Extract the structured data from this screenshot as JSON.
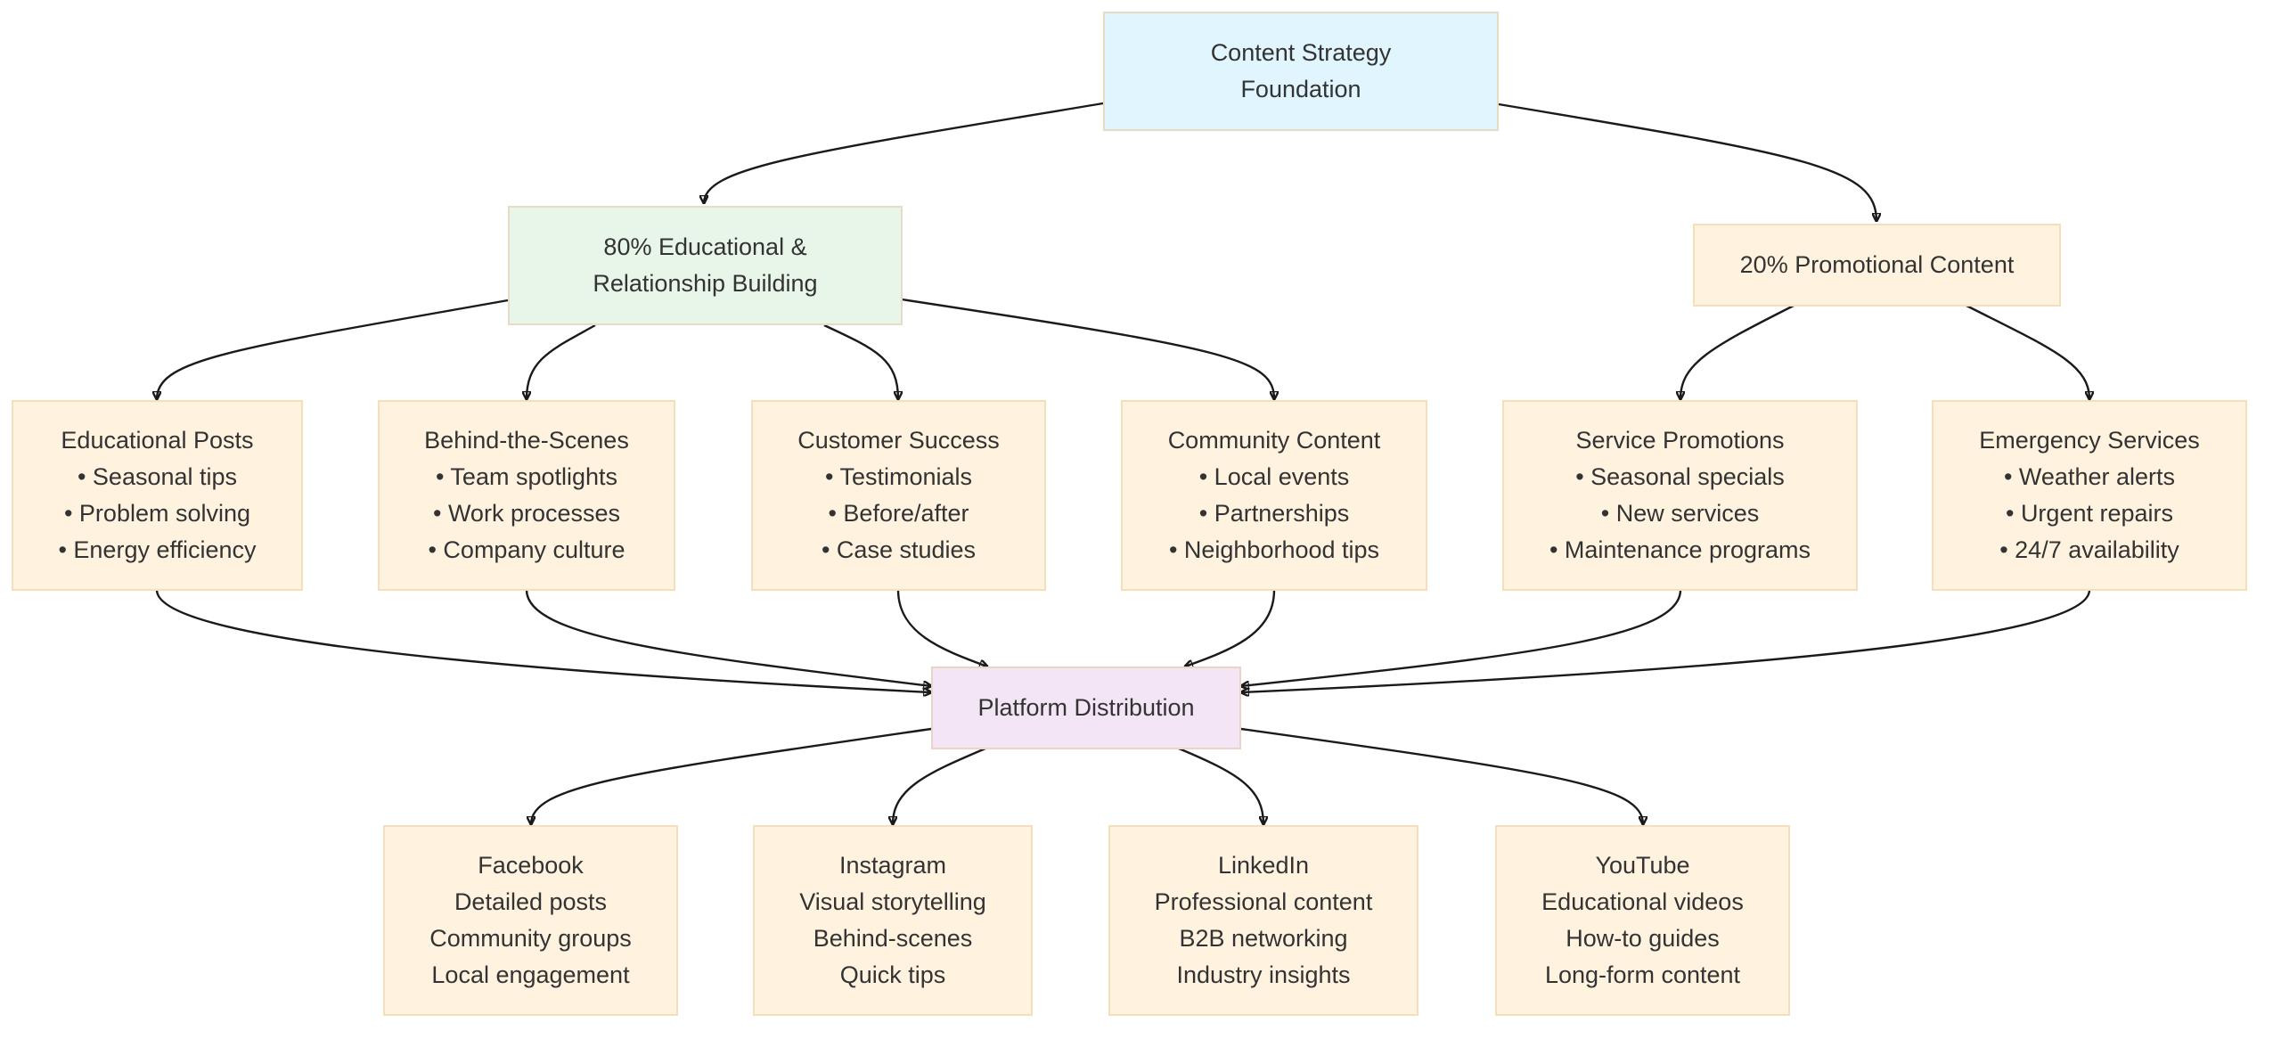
{
  "diagram": {
    "root": {
      "lines": [
        "Content Strategy",
        "Foundation"
      ]
    },
    "branches": {
      "educational": {
        "lines": [
          "80% Educational &",
          "Relationship Building"
        ]
      },
      "promotional": {
        "lines": [
          "20% Promotional Content"
        ]
      }
    },
    "content_types": {
      "educational_posts": {
        "lines": [
          "Educational Posts",
          "• Seasonal tips",
          "• Problem solving",
          "• Energy efficiency"
        ]
      },
      "behind_the_scenes": {
        "lines": [
          "Behind-the-Scenes",
          "• Team spotlights",
          "• Work processes",
          "• Company culture"
        ]
      },
      "customer_success": {
        "lines": [
          "Customer Success",
          "• Testimonials",
          "• Before/after",
          "• Case studies"
        ]
      },
      "community_content": {
        "lines": [
          "Community Content",
          "• Local events",
          "• Partnerships",
          "• Neighborhood tips"
        ]
      },
      "service_promotions": {
        "lines": [
          "Service Promotions",
          "• Seasonal specials",
          "• New services",
          "• Maintenance programs"
        ]
      },
      "emergency_services": {
        "lines": [
          "Emergency Services",
          "• Weather alerts",
          "• Urgent repairs",
          "• 24/7 availability"
        ]
      }
    },
    "distribution": {
      "lines": [
        "Platform Distribution"
      ]
    },
    "platforms": {
      "facebook": {
        "lines": [
          "Facebook",
          "Detailed posts",
          "Community groups",
          "Local engagement"
        ]
      },
      "instagram": {
        "lines": [
          "Instagram",
          "Visual storytelling",
          "Behind-scenes",
          "Quick tips"
        ]
      },
      "linkedin": {
        "lines": [
          "LinkedIn",
          "Professional content",
          "B2B networking",
          "Industry insights"
        ]
      },
      "youtube": {
        "lines": [
          "YouTube",
          "Educational videos",
          "How-to guides",
          "Long-form content"
        ]
      }
    },
    "colors": {
      "root_fill": "#e1f5fe",
      "educational_fill": "#e8f5e9",
      "leaf_fill": "#fff3e0",
      "distribution_fill": "#f3e5f5",
      "text": "#333333",
      "edge": "#1a1a1a"
    }
  }
}
